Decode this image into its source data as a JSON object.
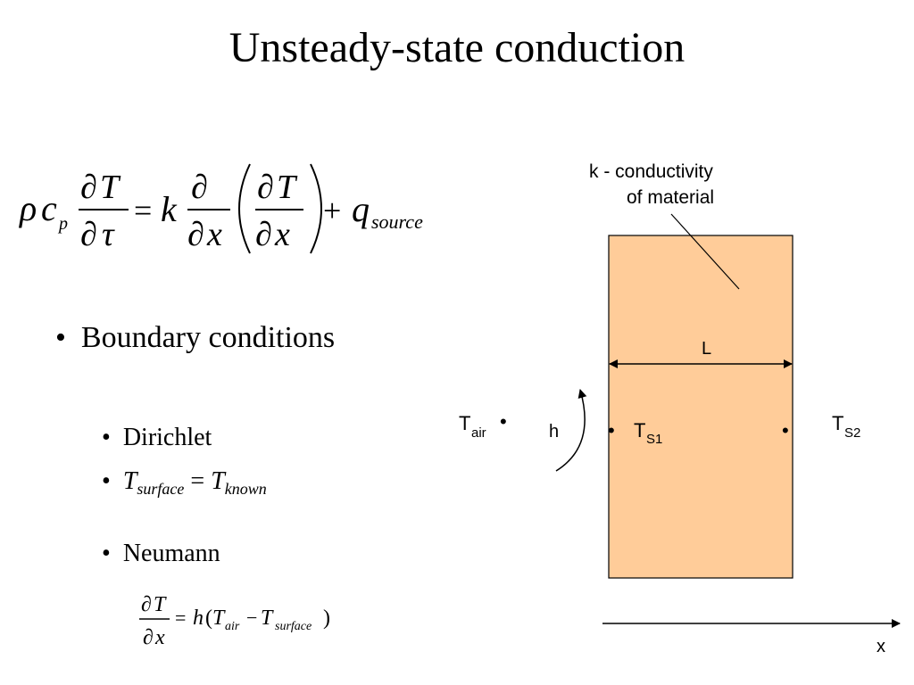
{
  "slide": {
    "title": "Unsteady-state conduction"
  },
  "equation_main": {
    "rho": "ρ",
    "c": "c",
    "p": "p",
    "partial": "∂",
    "T": "T",
    "tau": "τ",
    "eq": "=",
    "k": "k",
    "x": "x",
    "plus": "+",
    "q": "q",
    "source": "source"
  },
  "bullets": {
    "main": "Boundary conditions",
    "dirichlet": "Dirichlet",
    "tsurface_T": "T",
    "tsurface_sub": "surface",
    "tsurface_eq": "=",
    "tknown_T": "T",
    "tknown_sub": "known",
    "neumann": "Neumann",
    "bullet_char": "•"
  },
  "equation_neumann": {
    "partial": "∂",
    "T": "T",
    "x": "x",
    "eq": "=",
    "h": "h",
    "open": "(",
    "T_air": "T",
    "air": "air",
    "minus": "−",
    "T_surface": "T",
    "surface": "surface",
    "close": ")"
  },
  "diagram": {
    "note_line1": "k - conductivity",
    "note_line2": "of material",
    "L_label": "L",
    "T": "T",
    "air": "air",
    "h": "h",
    "S1": "S1",
    "S2": "S2",
    "x_axis": "x",
    "slab_color": "#FFCC99",
    "bullet_char": "•"
  }
}
